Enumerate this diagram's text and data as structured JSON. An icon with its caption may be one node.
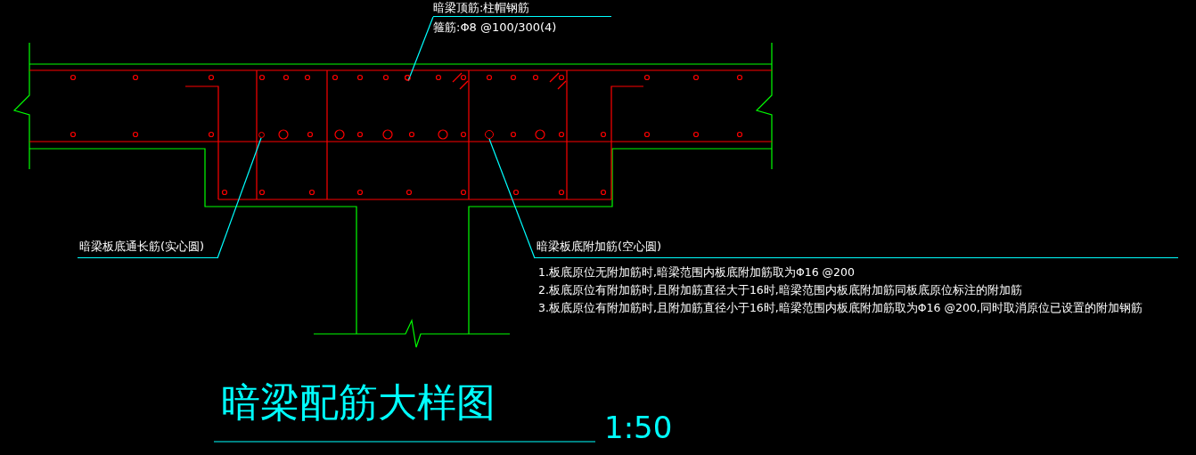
{
  "diagram": {
    "title": "暗梁配筋大样图",
    "nodes": [
      {
        "text": [
          "暗梁顶筋:柱帽钢筋",
          "箍筋:Φ8 @100/300(4)"
        ]
      },
      {
        "text": [
          "暗梁板底通长筋(实心圆)"
        ]
      },
      {
        "text": [
          "暗梁板底附加筋(空心圆)"
        ]
      },
      {
        "text": [],
        "shape": "circle"
      },
      {
        "text": [],
        "shape": "circle"
      },
      {
        "text": [],
        "shape": "circle"
      }
    ],
    "edges": [
      {
        "from": 0,
        "to": 3,
        "arrow": "none"
      },
      {
        "from": 1,
        "to": 4,
        "arrow": "none"
      },
      {
        "from": 2,
        "to": 5,
        "arrow": "none"
      }
    ],
    "labels": [
      "1.板底原位无附加筋时,暗梁范围内板底附加筋取为Φ16 @200",
      "2.板底原位有附加筋时,且附加筋直径大于16时,暗梁范围内板底附加筋同板底原位标注的附加筋",
      "3.板底原位有附加筋时,且附加筋直径小于16时,暗梁范围内板底附加筋取为Φ16 @200,同时取消原位已设置的附加钢筋",
      "1:50"
    ]
  }
}
